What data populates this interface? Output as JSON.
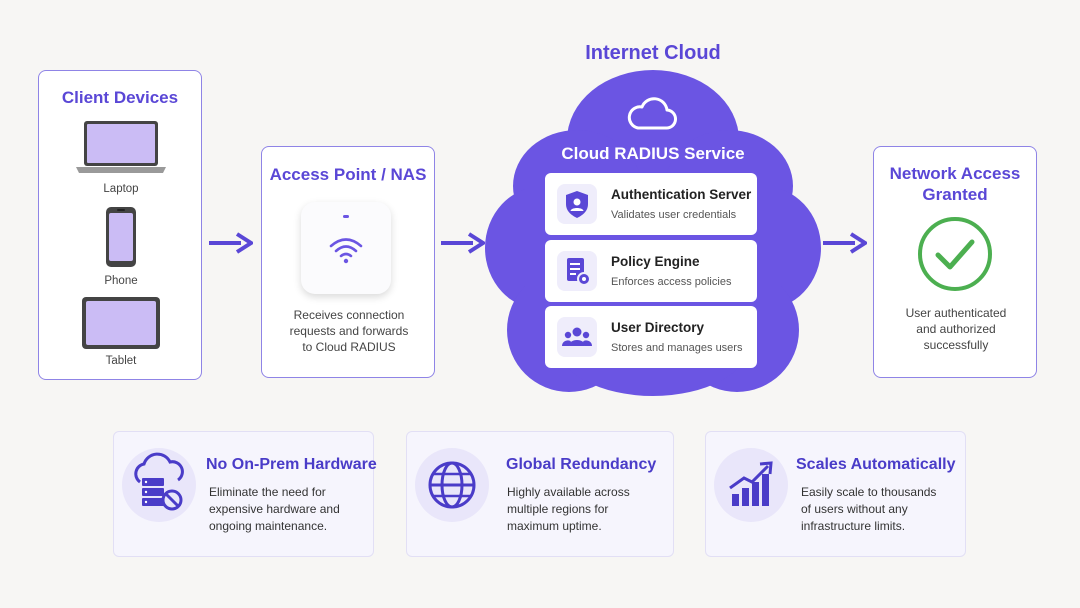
{
  "cloud_title": "Internet Cloud",
  "client": {
    "title": "Client Devices",
    "devices": [
      "Laptop",
      "Phone",
      "Tablet"
    ]
  },
  "access_point": {
    "title": "Access Point / NAS",
    "description_lines": [
      "Receives connection",
      "requests and forwards",
      "to Cloud RADIUS"
    ]
  },
  "service": {
    "title": "Cloud RADIUS Service",
    "cards": [
      {
        "title": "Authentication Server",
        "desc": "Validates user credentials",
        "icon": "shield-user-icon"
      },
      {
        "title": "Policy Engine",
        "desc": "Enforces access policies",
        "icon": "policy-document-gear-icon"
      },
      {
        "title": "User Directory",
        "desc": "Stores and manages users",
        "icon": "users-group-icon"
      }
    ]
  },
  "granted": {
    "title_lines": [
      "Network Access",
      "Granted"
    ],
    "description_lines": [
      "User authenticated",
      "and authorized",
      "successfully"
    ]
  },
  "features": [
    {
      "title": "No On-Prem Hardware",
      "desc_lines": [
        "Eliminate the need for",
        "expensive hardware and",
        "ongoing maintenance."
      ],
      "icon": "cloud-server-blocked-icon"
    },
    {
      "title": "Global Redundancy",
      "desc_lines": [
        "Highly available across",
        "multiple regions for",
        "maximum uptime."
      ],
      "icon": "globe-icon"
    },
    {
      "title": "Scales Automatically",
      "desc_lines": [
        "Easily scale to thousands",
        "of users without any",
        "infrastructure limits."
      ],
      "icon": "growth-chart-icon"
    }
  ],
  "colors": {
    "accent": "#5a47d6",
    "cloud": "#6b55e3",
    "success": "#4caf50",
    "background": "#f7f6f4"
  }
}
